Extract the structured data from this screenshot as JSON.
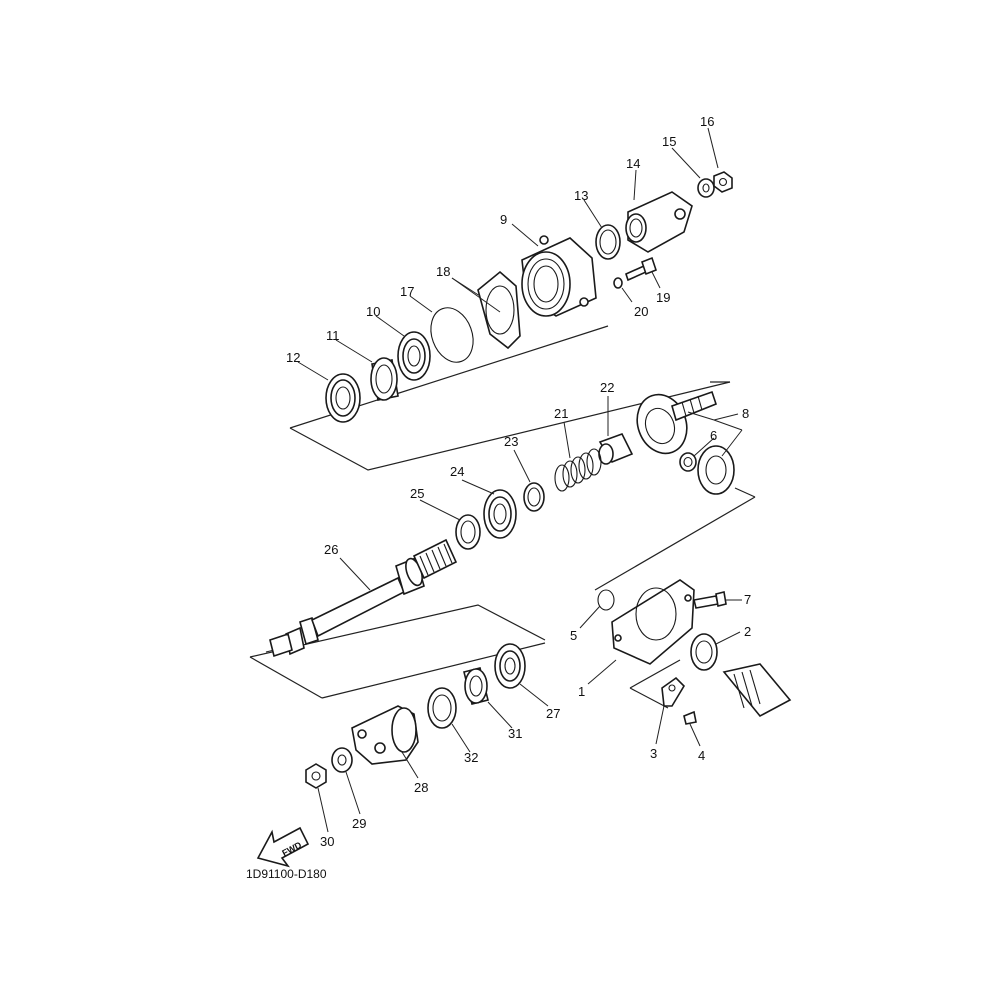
{
  "diagram": {
    "drawing_code": "1D91100-D180",
    "fwd_label": "FWD",
    "callouts": [
      "1",
      "2",
      "3",
      "4",
      "5",
      "6",
      "7",
      "8",
      "9",
      "10",
      "11",
      "12",
      "13",
      "14",
      "15",
      "16",
      "17",
      "18",
      "19",
      "20",
      "21",
      "22",
      "23",
      "24",
      "25",
      "26",
      "27",
      "28",
      "29",
      "30",
      "31",
      "32"
    ]
  }
}
